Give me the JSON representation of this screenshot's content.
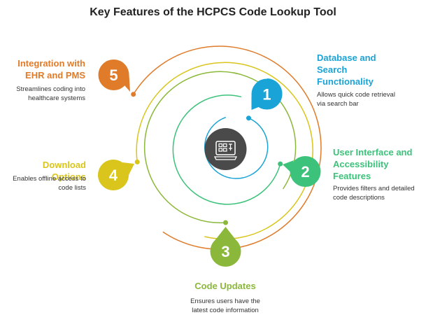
{
  "title": "Key Features  of the HCPCS Code Lookup Tool",
  "center_icon": "computer-terminal-icon",
  "features": [
    {
      "number": "1",
      "heading": "Database and Search Functionality",
      "description": "Allows quick code retrieval via search bar",
      "color": "#1aa3d6"
    },
    {
      "number": "2",
      "heading": "User Interface and Accessibility Features",
      "description": "Provides filters and detailed code descriptions",
      "color": "#3cc27a"
    },
    {
      "number": "3",
      "heading": "Code Updates",
      "description": "Ensures users have the latest code information",
      "color": "#8bb83a"
    },
    {
      "number": "4",
      "heading": "Download Options",
      "description": "Enables offline access to code lists",
      "color": "#d9c51c"
    },
    {
      "number": "5",
      "heading": "Integration with EHR and PMS",
      "description": "Streamlines coding into healthcare systems",
      "color": "#e07b2a"
    }
  ]
}
